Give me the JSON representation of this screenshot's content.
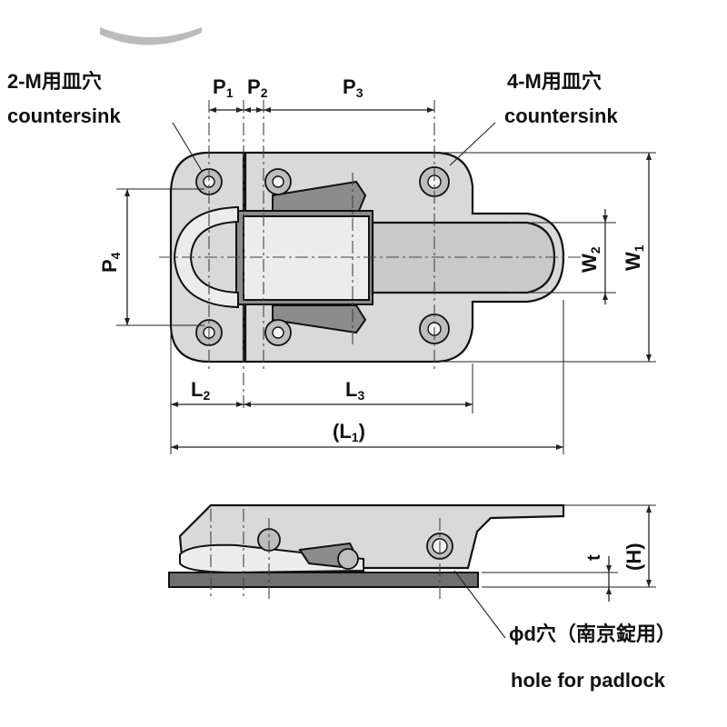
{
  "labels": {
    "countersink_left": "2-M用皿穴",
    "countersink_left_en": "countersink",
    "countersink_right": "4-M用皿穴",
    "countersink_right_en": "countersink",
    "hole_jp": "ϕd穴（南京錠用）",
    "hole_en": "hole for padlock"
  },
  "dimensions": {
    "P1": {
      "main": "P",
      "sub": "1"
    },
    "P2": {
      "main": "P",
      "sub": "2"
    },
    "P3": {
      "main": "P",
      "sub": "3"
    },
    "P4": {
      "main": "P",
      "sub": "4"
    },
    "W1": {
      "main": "W",
      "sub": "1"
    },
    "W2": {
      "main": "W",
      "sub": "2"
    },
    "L1": {
      "main": "(L",
      "sub": "1",
      "after": ")"
    },
    "L2": {
      "main": "L",
      "sub": "2"
    },
    "L3": {
      "main": "L",
      "sub": "3"
    },
    "H": {
      "main": "(H)"
    },
    "t": {
      "main": "t"
    }
  }
}
